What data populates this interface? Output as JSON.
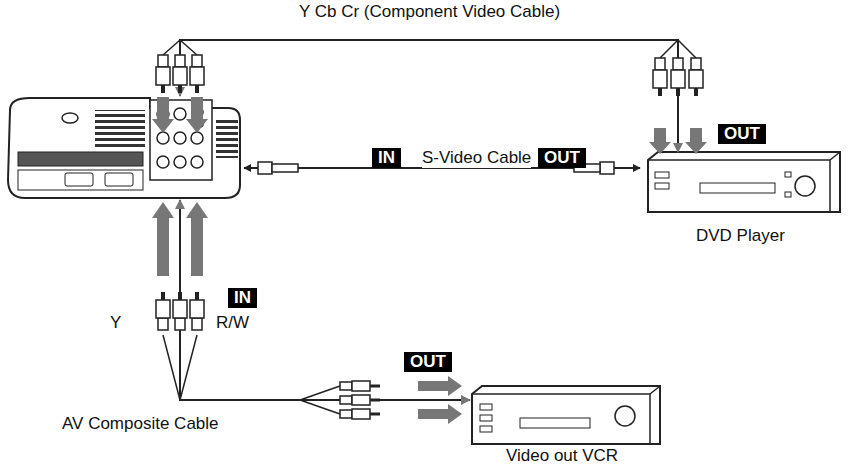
{
  "diagram": {
    "nodes": [
      {
        "text": [
          "IN"
        ]
      },
      {
        "text": [
          "DVD Player"
        ]
      },
      {
        "text": [
          "Video out VCR"
        ]
      }
    ],
    "edges": [
      {
        "from": 1,
        "to": 0,
        "label": "Y Cb Cr (Component Video Cable)",
        "arrow": "both"
      },
      {
        "from": 0,
        "to": 1,
        "label": "S-Video Cable",
        "arrow": "both"
      },
      {
        "from": 2,
        "to": 0,
        "label": "AV Composite Cable",
        "arrow": "both"
      }
    ],
    "labels": [
      "IN",
      "OUT",
      "OUT",
      "Y",
      "R/W",
      "OUT"
    ]
  }
}
